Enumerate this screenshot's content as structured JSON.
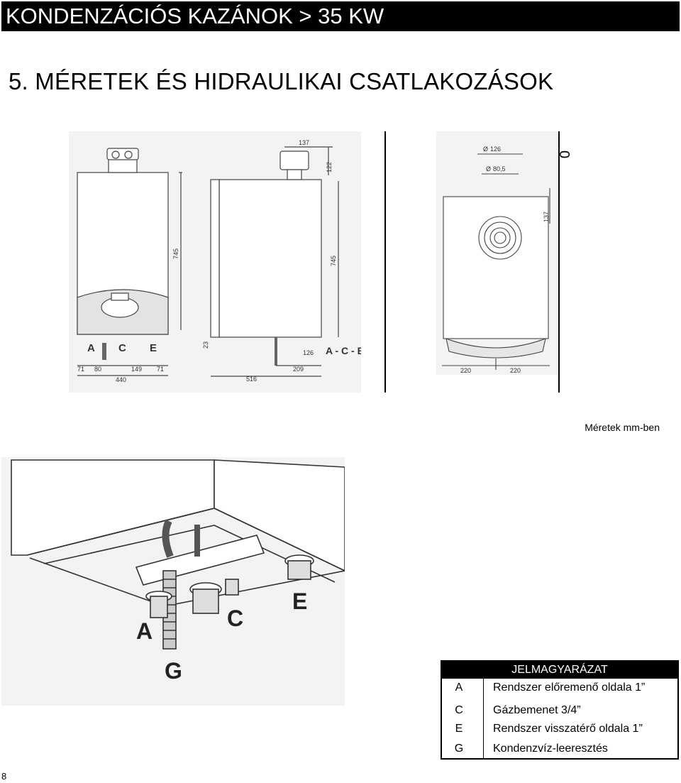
{
  "header": {
    "title": "KONDENZÁCIÓS KAZÁNOK > 35 KW"
  },
  "section": {
    "title": "5. MÉRETEK ÉS HIDRAULIKAI CSATLAKOZÁSOK"
  },
  "drawing_front": {
    "dims": {
      "height": "745",
      "d1": "71",
      "d2": "80",
      "d3": "149",
      "d4": "71",
      "total": "440"
    },
    "connections": [
      "A",
      "C",
      "E"
    ]
  },
  "drawing_side": {
    "dims": {
      "top": "137",
      "flue": "122",
      "height": "745",
      "base": "23",
      "pipe": "126",
      "depth": "516",
      "offset": "209"
    },
    "label": "A - C - E"
  },
  "drawing_top": {
    "dims": {
      "outer_diameter": "126",
      "inner_diameter": "80,5",
      "depth": "137",
      "left": "220",
      "right": "220"
    },
    "diameter_symbol": "Ø"
  },
  "corner_mark": "0",
  "units_note": "Méretek mm-ben",
  "perspective": {
    "labels": [
      "A",
      "C",
      "E",
      "G"
    ]
  },
  "legend": {
    "title": "JELMAGYARÁZAT",
    "rows": [
      {
        "code": "A",
        "desc": "Rendszer előremenő oldala 1”"
      },
      {
        "code": "C",
        "desc": "Gázbemenet 3/4”"
      },
      {
        "code": "E",
        "desc": "Rendszer visszatérő oldala 1”"
      },
      {
        "code": "G",
        "desc": "Kondenzvíz-leeresztés"
      }
    ]
  },
  "page": {
    "number": "8"
  }
}
